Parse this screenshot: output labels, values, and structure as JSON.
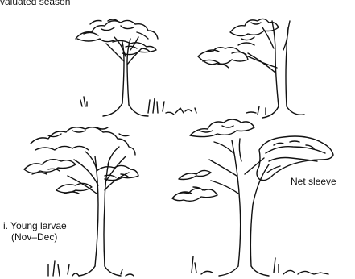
{
  "figure": {
    "header_fragment": "valuated season",
    "labels": {
      "young_larvae": "i. Young larvae",
      "young_larvae_dates": "(Nov–Dec)",
      "net_sleeve": "Net sleeve"
    }
  },
  "colors": {
    "ink": "#111111",
    "background": "#ffffff"
  }
}
